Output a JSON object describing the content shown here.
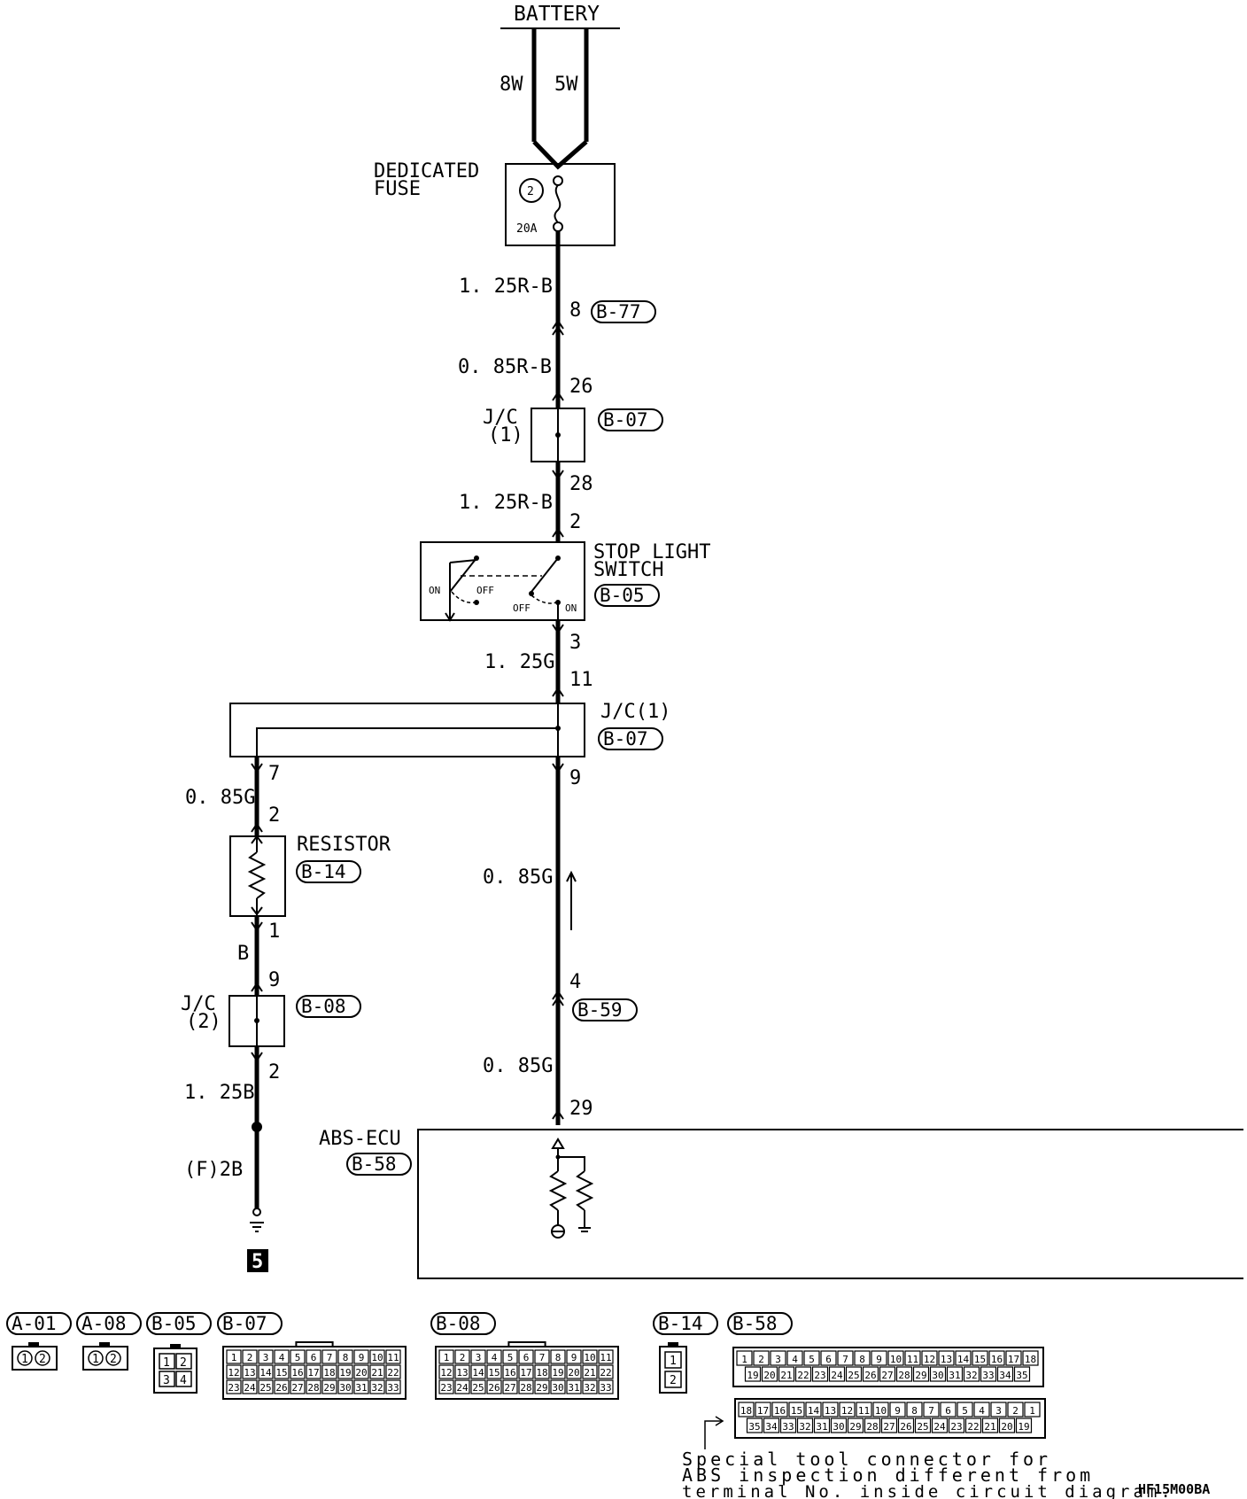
{
  "battery_label": "BATTERY",
  "wire_8w": "8W",
  "wire_5w": "5W",
  "fuse": {
    "label_line1": "DEDICATED",
    "label_line2": "FUSE",
    "number": "2",
    "rating": "20A"
  },
  "wires": {
    "w1": "1. 25R-B",
    "w2": "0. 85R-B",
    "w3": "1. 25R-B",
    "w4": "1. 25G",
    "w5": "0. 85G",
    "w6": "B",
    "w7": "1. 25B",
    "w8": "(F)2B",
    "w9": "0. 85G",
    "w10": "0. 85G"
  },
  "pins": {
    "p8": "8",
    "p26": "26",
    "p28": "28",
    "p2a": "2",
    "p3": "3",
    "p11": "11",
    "p7": "7",
    "p9a": "9",
    "p2b": "2",
    "p1": "1",
    "p9b": "9",
    "p2c": "2",
    "p4": "4",
    "p29": "29"
  },
  "connectors": {
    "b77": "B-77",
    "b07a": "B-07",
    "b05": "B-05",
    "b07b": "B-07",
    "b14": "B-14",
    "b08": "B-08",
    "b59": "B-59",
    "b58": "B-58"
  },
  "jc1_upper": {
    "line1": "J/C",
    "line2": "(1)"
  },
  "jc1_lower": "J/C(1)",
  "jc2": {
    "line1": "J/C",
    "line2": "(2)"
  },
  "stop_switch": {
    "line1": "STOP LIGHT",
    "line2": "SWITCH",
    "on_left": "ON",
    "off_left": "OFF",
    "off_right": "OFF",
    "on_right": "ON"
  },
  "resistor_label": "RESISTOR",
  "abs_ecu": "ABS-ECU",
  "ground_number": "5",
  "legend": {
    "labels": [
      "A-01",
      "A-08",
      "B-05",
      "B-07",
      "B-08",
      "B-14",
      "B-58"
    ],
    "two_pin": [
      "1",
      "2"
    ],
    "b05_pins": [
      "1",
      "2",
      "3",
      "4"
    ],
    "b07_rows": [
      [
        "1",
        "2",
        "3",
        "4",
        "5",
        "6",
        "7",
        "8",
        "9",
        "10",
        "11"
      ],
      [
        "12",
        "13",
        "14",
        "15",
        "16",
        "17",
        "18",
        "19",
        "20",
        "21",
        "22"
      ],
      [
        "23",
        "24",
        "25",
        "26",
        "27",
        "28",
        "29",
        "30",
        "31",
        "32",
        "33"
      ]
    ],
    "b14_pins": [
      "1",
      "2"
    ],
    "b58_top_row1": [
      "1",
      "2",
      "3",
      "4",
      "5",
      "6",
      "7",
      "8",
      "9",
      "10",
      "11",
      "12",
      "13",
      "14",
      "15",
      "16",
      "17",
      "18"
    ],
    "b58_top_row2": [
      "19",
      "20",
      "21",
      "22",
      "23",
      "24",
      "25",
      "26",
      "27",
      "28",
      "29",
      "30",
      "31",
      "32",
      "33",
      "34",
      "35"
    ],
    "b58_bot_row1": [
      "18",
      "17",
      "16",
      "15",
      "14",
      "13",
      "12",
      "11",
      "10",
      "9",
      "8",
      "7",
      "6",
      "5",
      "4",
      "3",
      "2",
      "1"
    ],
    "b58_bot_row2": [
      "35",
      "34",
      "33",
      "32",
      "31",
      "30",
      "29",
      "28",
      "27",
      "26",
      "25",
      "24",
      "23",
      "22",
      "21",
      "20",
      "19"
    ]
  },
  "note": {
    "line1": "Special tool connector for",
    "line2": "ABS inspection different from",
    "line3": "terminal No. inside circuit diagram."
  },
  "code": "HF15M00BA"
}
